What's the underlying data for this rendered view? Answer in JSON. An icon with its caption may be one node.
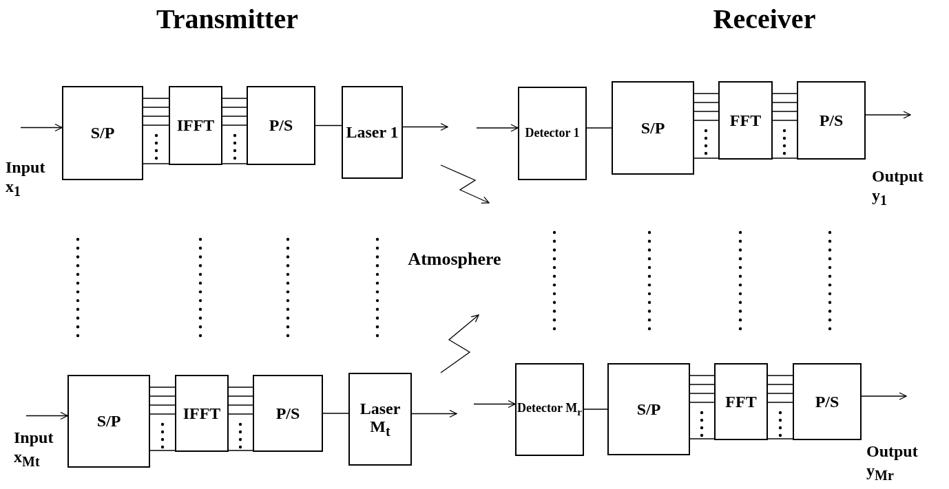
{
  "diagram": {
    "nodes": [
      {
        "text": [
          "S/P"
        ]
      },
      {
        "text": [
          "IFFT"
        ]
      },
      {
        "text": [
          "P/S"
        ]
      },
      {
        "text": [
          "Laser 1"
        ]
      },
      {
        "text": [
          "Detector 1"
        ]
      },
      {
        "text": [
          "S/P"
        ]
      },
      {
        "text": [
          "FFT"
        ]
      },
      {
        "text": [
          "P/S"
        ]
      },
      {
        "text": [
          "S/P"
        ]
      },
      {
        "text": [
          "IFFT"
        ]
      },
      {
        "text": [
          "P/S"
        ]
      },
      {
        "text": [
          "Laser M$_{t}$"
        ]
      },
      {
        "text": [
          "Detector M$_{r}$"
        ]
      },
      {
        "text": [
          "S/P"
        ]
      },
      {
        "text": [
          "FFT"
        ]
      },
      {
        "text": [
          "P/S"
        ]
      }
    ],
    "edges": [
      {
        "from": null,
        "to": 0,
        "arrow": "to"
      },
      {
        "from": 0,
        "to": 1,
        "arrow": "none"
      },
      {
        "from": 0,
        "to": 1,
        "arrow": "none"
      },
      {
        "from": 0,
        "to": 1,
        "arrow": "none"
      },
      {
        "from": 0,
        "to": 1,
        "arrow": "none"
      },
      {
        "from": 0,
        "to": 1,
        "arrow": "none"
      },
      {
        "from": 1,
        "to": 2,
        "arrow": "none"
      },
      {
        "from": 1,
        "to": 2,
        "arrow": "none"
      },
      {
        "from": 1,
        "to": 2,
        "arrow": "none"
      },
      {
        "from": 1,
        "to": 2,
        "arrow": "none"
      },
      {
        "from": 1,
        "to": 2,
        "arrow": "none"
      },
      {
        "from": 2,
        "to": 3,
        "arrow": "none"
      },
      {
        "from": 3,
        "to": null,
        "arrow": "to"
      },
      {
        "from": null,
        "to": 4,
        "arrow": "to"
      },
      {
        "from": 4,
        "to": 5,
        "arrow": "none"
      },
      {
        "from": 5,
        "to": 6,
        "arrow": "none"
      },
      {
        "from": 5,
        "to": 6,
        "arrow": "none"
      },
      {
        "from": 5,
        "to": 6,
        "arrow": "none"
      },
      {
        "from": 5,
        "to": 6,
        "arrow": "none"
      },
      {
        "from": 5,
        "to": 6,
        "arrow": "none"
      },
      {
        "from": 6,
        "to": 7,
        "arrow": "none"
      },
      {
        "from": 6,
        "to": 7,
        "arrow": "none"
      },
      {
        "from": 6,
        "to": 7,
        "arrow": "none"
      },
      {
        "from": 6,
        "to": 7,
        "arrow": "none"
      },
      {
        "from": 6,
        "to": 7,
        "arrow": "none"
      },
      {
        "from": 7,
        "to": null,
        "arrow": "to"
      },
      {
        "from": null,
        "to": 8,
        "arrow": "to"
      },
      {
        "from": 8,
        "to": 9,
        "arrow": "none"
      },
      {
        "from": 8,
        "to": 9,
        "arrow": "none"
      },
      {
        "from": 8,
        "to": 9,
        "arrow": "none"
      },
      {
        "from": 8,
        "to": 9,
        "arrow": "none"
      },
      {
        "from": 8,
        "to": 9,
        "arrow": "none"
      },
      {
        "from": 9,
        "to": 10,
        "arrow": "none"
      },
      {
        "from": 9,
        "to": 10,
        "arrow": "none"
      },
      {
        "from": 9,
        "to": 10,
        "arrow": "none"
      },
      {
        "from": 9,
        "to": 10,
        "arrow": "none"
      },
      {
        "from": 9,
        "to": 10,
        "arrow": "none"
      },
      {
        "from": 10,
        "to": 11,
        "arrow": "none"
      },
      {
        "from": 11,
        "to": null,
        "arrow": "to"
      },
      {
        "from": null,
        "to": 12,
        "arrow": "to"
      },
      {
        "from": 12,
        "to": 13,
        "arrow": "none"
      },
      {
        "from": 13,
        "to": 14,
        "arrow": "none"
      },
      {
        "from": 13,
        "to": 14,
        "arrow": "none"
      },
      {
        "from": 13,
        "to": 14,
        "arrow": "none"
      },
      {
        "from": 13,
        "to": 14,
        "arrow": "none"
      },
      {
        "from": 13,
        "to": 14,
        "arrow": "none"
      },
      {
        "from": 14,
        "to": 15,
        "arrow": "none"
      },
      {
        "from": 14,
        "to": 15,
        "arrow": "none"
      },
      {
        "from": 14,
        "to": 15,
        "arrow": "none"
      },
      {
        "from": 14,
        "to": 15,
        "arrow": "none"
      },
      {
        "from": 14,
        "to": 15,
        "arrow": "none"
      },
      {
        "from": 15,
        "to": null,
        "arrow": "to"
      }
    ],
    "labels": [
      "Transmitter",
      "Receiver",
      "Input x$_{1}$",
      "Output y$_{1}$",
      "Atmosphere",
      "Input x$_{Mt}$",
      "Output y$_{Mr}$"
    ]
  }
}
